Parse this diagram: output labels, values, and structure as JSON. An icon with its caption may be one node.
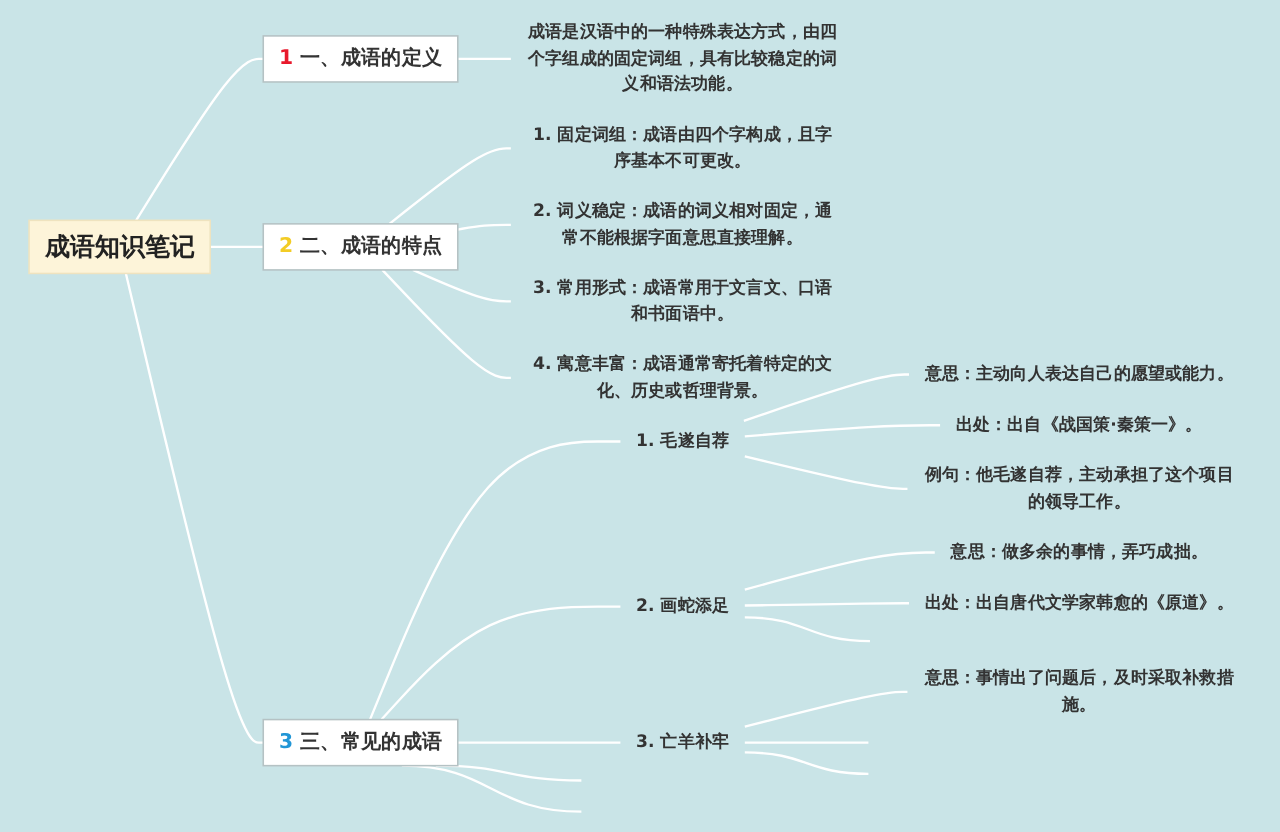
{
  "diagram": {
    "nodes": [
      {
        "text": [
          "成语知识笔记"
        ]
      },
      {
        "text": [
          "1",
          "一、成语的定义"
        ]
      },
      {
        "text": [
          "2",
          "二、成语的特点"
        ]
      },
      {
        "text": [
          "3",
          "三、常见的成语"
        ]
      },
      {
        "text": [
          "成语是汉语中的一种特殊表达方式，由四个字组成的固定词组，具有比较稳定的词义和语法功能。"
        ]
      },
      {
        "text": [
          "1. 固定词组：成语由四个字构成，且字序基本不可更改。"
        ]
      },
      {
        "text": [
          "2. 词义稳定：成语的词义相对固定，通常不能根据字面意思直接理解。"
        ]
      },
      {
        "text": [
          "3. 常用形式：成语常用于文言文、口语和书面语中。"
        ]
      },
      {
        "text": [
          "4. 寓意丰富：成语通常寄托着特定的文化、历史或哲理背景。"
        ]
      },
      {
        "text": [
          "1. 毛遂自荐"
        ]
      },
      {
        "text": [
          "意思：主动向人表达自己的愿望或能力。"
        ]
      },
      {
        "text": [
          "出处：出自《战国策·秦策一》。"
        ]
      },
      {
        "text": [
          "例句：他毛遂自荐，主动承担了这个项目的领导工作。"
        ]
      },
      {
        "text": [
          "2. 画蛇添足"
        ]
      },
      {
        "text": [
          "意思：做多余的事情，弄巧成拙。"
        ]
      },
      {
        "text": [
          "出处：出自唐代文学家韩愈的《原道》。"
        ]
      },
      {
        "text": [
          "3. 亡羊补牢"
        ]
      },
      {
        "text": [
          "意思：事情出了问题后，及时采取补救措施。"
        ]
      }
    ],
    "edges": [
      {
        "from": 0,
        "to": 1,
        "arrow": "none"
      },
      {
        "from": 1,
        "to": 4,
        "arrow": "none"
      },
      {
        "from": 0,
        "to": 2,
        "arrow": "none"
      },
      {
        "from": 2,
        "to": 5,
        "arrow": "none"
      },
      {
        "from": 2,
        "to": 6,
        "arrow": "none"
      },
      {
        "from": 2,
        "to": 7,
        "arrow": "none"
      },
      {
        "from": 2,
        "to": 8,
        "arrow": "none"
      },
      {
        "from": 0,
        "to": 3,
        "arrow": "none"
      },
      {
        "from": 3,
        "to": 9,
        "arrow": "none"
      },
      {
        "from": 9,
        "to": 10,
        "arrow": "none"
      },
      {
        "from": 9,
        "to": 11,
        "arrow": "none"
      },
      {
        "from": 9,
        "to": 12,
        "arrow": "none"
      },
      {
        "from": 3,
        "to": 13,
        "arrow": "none"
      },
      {
        "from": 13,
        "to": 14,
        "arrow": "none"
      },
      {
        "from": 13,
        "to": 15,
        "arrow": "none"
      },
      {
        "from": 13,
        "to": null,
        "arrow": "none"
      },
      {
        "from": 3,
        "to": 16,
        "arrow": "none"
      },
      {
        "from": 16,
        "to": 17,
        "arrow": "none"
      },
      {
        "from": 16,
        "to": null,
        "arrow": "none"
      },
      {
        "from": 16,
        "to": null,
        "arrow": "none"
      },
      {
        "from": 3,
        "to": null,
        "arrow": "none"
      },
      {
        "from": 3,
        "to": null,
        "arrow": "none"
      }
    ]
  }
}
